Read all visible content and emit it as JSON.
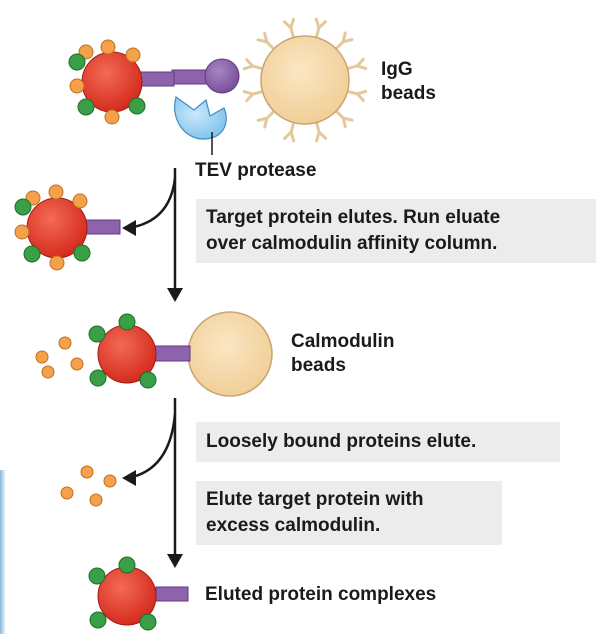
{
  "labels": {
    "igg_beads": [
      "IgG",
      "beads"
    ],
    "tev_protease": "TEV protease",
    "calmodulin_beads": [
      "Calmodulin",
      "beads"
    ],
    "eluted_complexes": "Eluted protein complexes"
  },
  "steps": {
    "step1": [
      "Target protein elutes. Run eluate",
      "over calmodulin affinity column."
    ],
    "step2": "Loosely bound proteins elute.",
    "step3": [
      "Elute target protein with",
      "excess calmodulin."
    ]
  },
  "colors": {
    "target_protein": "#e8392a",
    "orange_protein": "#f5a04a",
    "green_protein": "#3aa047",
    "tag": "#8e63ad",
    "tev_cleavage": "#8e63ad",
    "tev_protease": "#9fd4f3",
    "bead": "#f7d9a8",
    "antibody": "#e3c99a",
    "arrow": "#1a1a1a",
    "step_box": "#ececec"
  }
}
